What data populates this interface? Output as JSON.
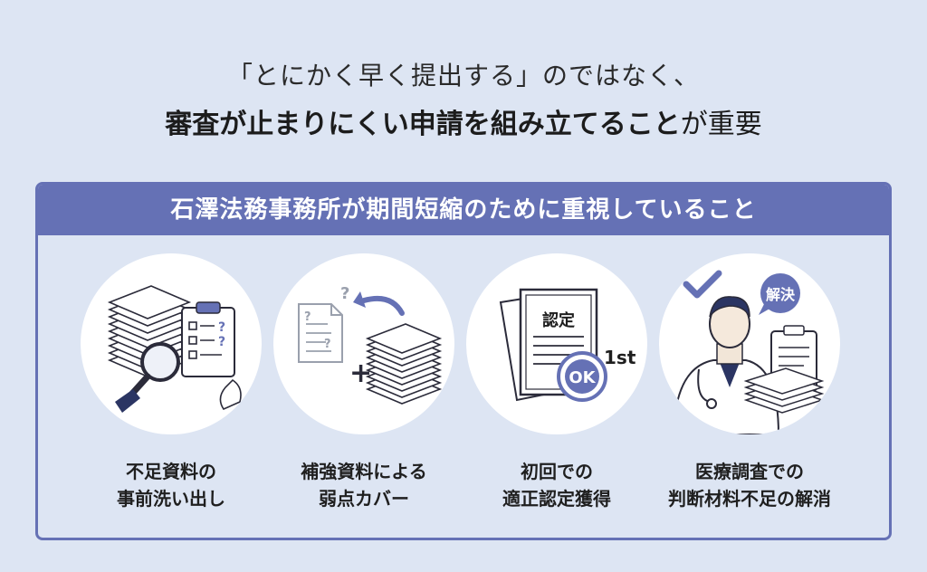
{
  "headline": {
    "line1": "「とにかく早く提出する」のではなく、",
    "line2_bold": "審査が止まりにくい申請を組み立てること",
    "line2_rest": "が重要"
  },
  "panel": {
    "title": "石澤法務事務所が期間短縮のために重視していること",
    "accent_color": "#6571b5",
    "items": [
      {
        "icon": "document-stack-magnifier-icon",
        "line1": "不足資料の",
        "line2": "事前洗い出し"
      },
      {
        "icon": "documents-plus-stack-icon",
        "line1": "補強資料による",
        "line2": "弱点カバー"
      },
      {
        "icon": "certificate-ok-icon",
        "line1": "初回での",
        "line2": "適正認定獲得",
        "badge_text": "認定",
        "stamp_text": "OK",
        "rank_text": "1st"
      },
      {
        "icon": "doctor-checkmark-icon",
        "line1": "医療調査での",
        "line2": "判断材料不足の解消",
        "bubble_text": "解決"
      }
    ]
  }
}
